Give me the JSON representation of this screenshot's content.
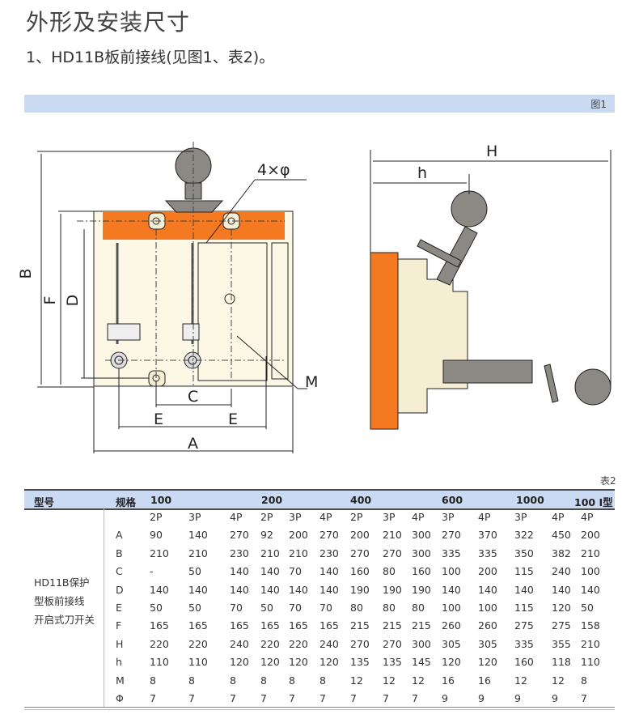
{
  "title": "外形及安装尺寸",
  "subtitle": "1、HD11B板前接线(见图1、表2)。",
  "figure": {
    "label": "图1",
    "dims": {
      "B": "B",
      "F": "F",
      "D": "D",
      "C": "C",
      "E1": "E",
      "E2": "E",
      "A": "A",
      "M": "M",
      "phi": "4×φ",
      "H": "H",
      "h": "h"
    },
    "accent": "#f47920"
  },
  "table": {
    "caption": "表2",
    "header": {
      "type": "型号",
      "spec": "规格",
      "groups": [
        "100",
        "200",
        "400",
        "600",
        "1000",
        "100 I型"
      ]
    },
    "type_lines": [
      "HD11B保护",
      "型板前接线",
      "开启式刀开关"
    ],
    "rows": [
      {
        "label": "",
        "values": [
          "2P",
          "3P",
          "4P",
          "2P",
          "3P",
          "4P",
          "2P",
          "3P",
          "4P",
          "3P",
          "4P",
          "3P",
          "4P",
          "4P"
        ]
      },
      {
        "label": "A",
        "values": [
          "90",
          "140",
          "270",
          "92",
          "200",
          "270",
          "200",
          "210",
          "300",
          "270",
          "370",
          "322",
          "450",
          "200"
        ]
      },
      {
        "label": "B",
        "values": [
          "210",
          "210",
          "230",
          "210",
          "210",
          "230",
          "270",
          "270",
          "300",
          "335",
          "335",
          "350",
          "382",
          "210"
        ]
      },
      {
        "label": "C",
        "values": [
          "-",
          "50",
          "140",
          "140",
          "70",
          "140",
          "160",
          "80",
          "160",
          "100",
          "200",
          "115",
          "240",
          "100"
        ]
      },
      {
        "label": "D",
        "values": [
          "140",
          "140",
          "140",
          "140",
          "140",
          "140",
          "190",
          "190",
          "190",
          "140",
          "140",
          "140",
          "140",
          "140"
        ]
      },
      {
        "label": "E",
        "values": [
          "50",
          "50",
          "70",
          "50",
          "70",
          "70",
          "80",
          "80",
          "80",
          "100",
          "100",
          "115",
          "120",
          "50"
        ]
      },
      {
        "label": "F",
        "values": [
          "165",
          "165",
          "165",
          "165",
          "165",
          "165",
          "215",
          "215",
          "215",
          "260",
          "260",
          "275",
          "275",
          "158"
        ]
      },
      {
        "label": "H",
        "values": [
          "220",
          "220",
          "240",
          "220",
          "220",
          "240",
          "270",
          "270",
          "300",
          "305",
          "305",
          "335",
          "355",
          "210"
        ]
      },
      {
        "label": "h",
        "values": [
          "110",
          "110",
          "120",
          "120",
          "120",
          "120",
          "135",
          "135",
          "145",
          "120",
          "120",
          "160",
          "118",
          "110"
        ]
      },
      {
        "label": "M",
        "values": [
          "8",
          "8",
          "8",
          "8",
          "8",
          "8",
          "12",
          "12",
          "12",
          "16",
          "16",
          "12",
          "12",
          "8"
        ]
      },
      {
        "label": "Φ",
        "values": [
          "7",
          "7",
          "7",
          "7",
          "7",
          "7",
          "7",
          "7",
          "7",
          "9",
          "9",
          "9",
          "9",
          "7"
        ]
      }
    ]
  }
}
